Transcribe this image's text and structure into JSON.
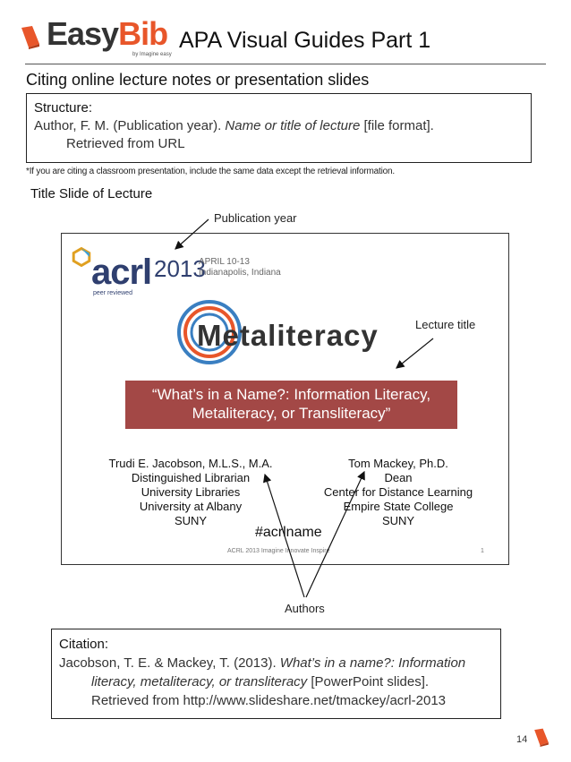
{
  "header": {
    "logo_easy": "Easy",
    "logo_bib": "Bib",
    "logo_tagline": "by Imagine easy",
    "title": "APA Visual Guides Part 1"
  },
  "section_heading": "Citing online lecture notes or presentation slides",
  "structure": {
    "label": "Structure:",
    "line1_plain": "Author, F. M. (Publication year). ",
    "line1_italic": "Name or title of lecture",
    "line1_end": " [file format].",
    "line2": "Retrieved from URL"
  },
  "note": "*If you are citing a classroom presentation, include the same data except the retrieval information.",
  "title_slide_label": "Title Slide of Lecture",
  "annotations": {
    "publication_year": "Publication year",
    "lecture_title": "Lecture title",
    "authors": "Authors"
  },
  "slide": {
    "acrl": "acrl",
    "acrl_year": "2013",
    "acrl_sub": "peer reviewed",
    "conf_date": "APRIL 10-13",
    "conf_place": "Indianapolis, Indiana",
    "metaliteracy": "Metaliteracy",
    "banner_line1": "“What’s in a Name?: Information Literacy,",
    "banner_line2": "Metaliteracy,  or Transliteracy”",
    "author1": [
      "Trudi E. Jacobson, M.L.S., M.A.",
      "Distinguished Librarian",
      "University Libraries",
      "University at Albany",
      "SUNY"
    ],
    "author2": [
      "Tom Mackey, Ph.D.",
      "Dean",
      "Center for Distance Learning",
      "Empire State College",
      "SUNY"
    ],
    "hashtag": "#acrlname",
    "footer": "ACRL 2013 Imagine Innovate Inspire",
    "slide_number": "1"
  },
  "citation": {
    "label": "Citation:",
    "line1_plain": "Jacobson, T. E. & Mackey, T. (2013). ",
    "line1_italic": "What’s in a name?: Information",
    "line2_italic": "literacy, metaliteracy, or transliteracy",
    "line2_end": " [PowerPoint slides].",
    "line3": "Retrieved from http://www.slideshare.net/tmackey/acrl-2013"
  },
  "page_number": "14",
  "colors": {
    "brand": "#e8562a",
    "banner": "#a34846",
    "acrl_blue": "#2f3f6f"
  }
}
